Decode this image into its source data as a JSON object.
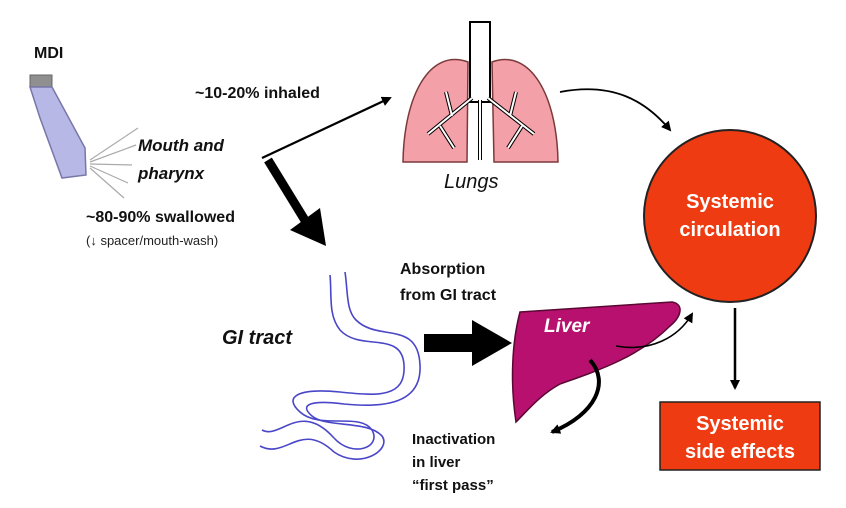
{
  "labels": {
    "mdi": "MDI",
    "mouth_line1": "Mouth and",
    "mouth_line2": "pharynx",
    "inhaled": "~10-20% inhaled",
    "lungs": "Lungs",
    "swallowed": "~80-90% swallowed",
    "spacer_note": "(↓ spacer/mouth-wash)",
    "gi_tract": "GI tract",
    "absorption_line1": "Absorption",
    "absorption_line2": "from GI tract",
    "liver": "Liver",
    "inactivation_line1": "Inactivation",
    "inactivation_line2": "in liver",
    "inactivation_line3": "“first pass”",
    "systemic_line1": "Systemic",
    "systemic_line2": "circulation",
    "side_effects_line1": "Systemic",
    "side_effects_line2": "side effects"
  },
  "colors": {
    "inhaler": "#b8b8e6",
    "lungs": "#f4a0a8",
    "gi_tract": "#4a46c8",
    "liver": "#b8106e",
    "systemic_circle": "#ee3b12",
    "side_effects_box": "#ee3b12",
    "arrows": "#000000"
  }
}
